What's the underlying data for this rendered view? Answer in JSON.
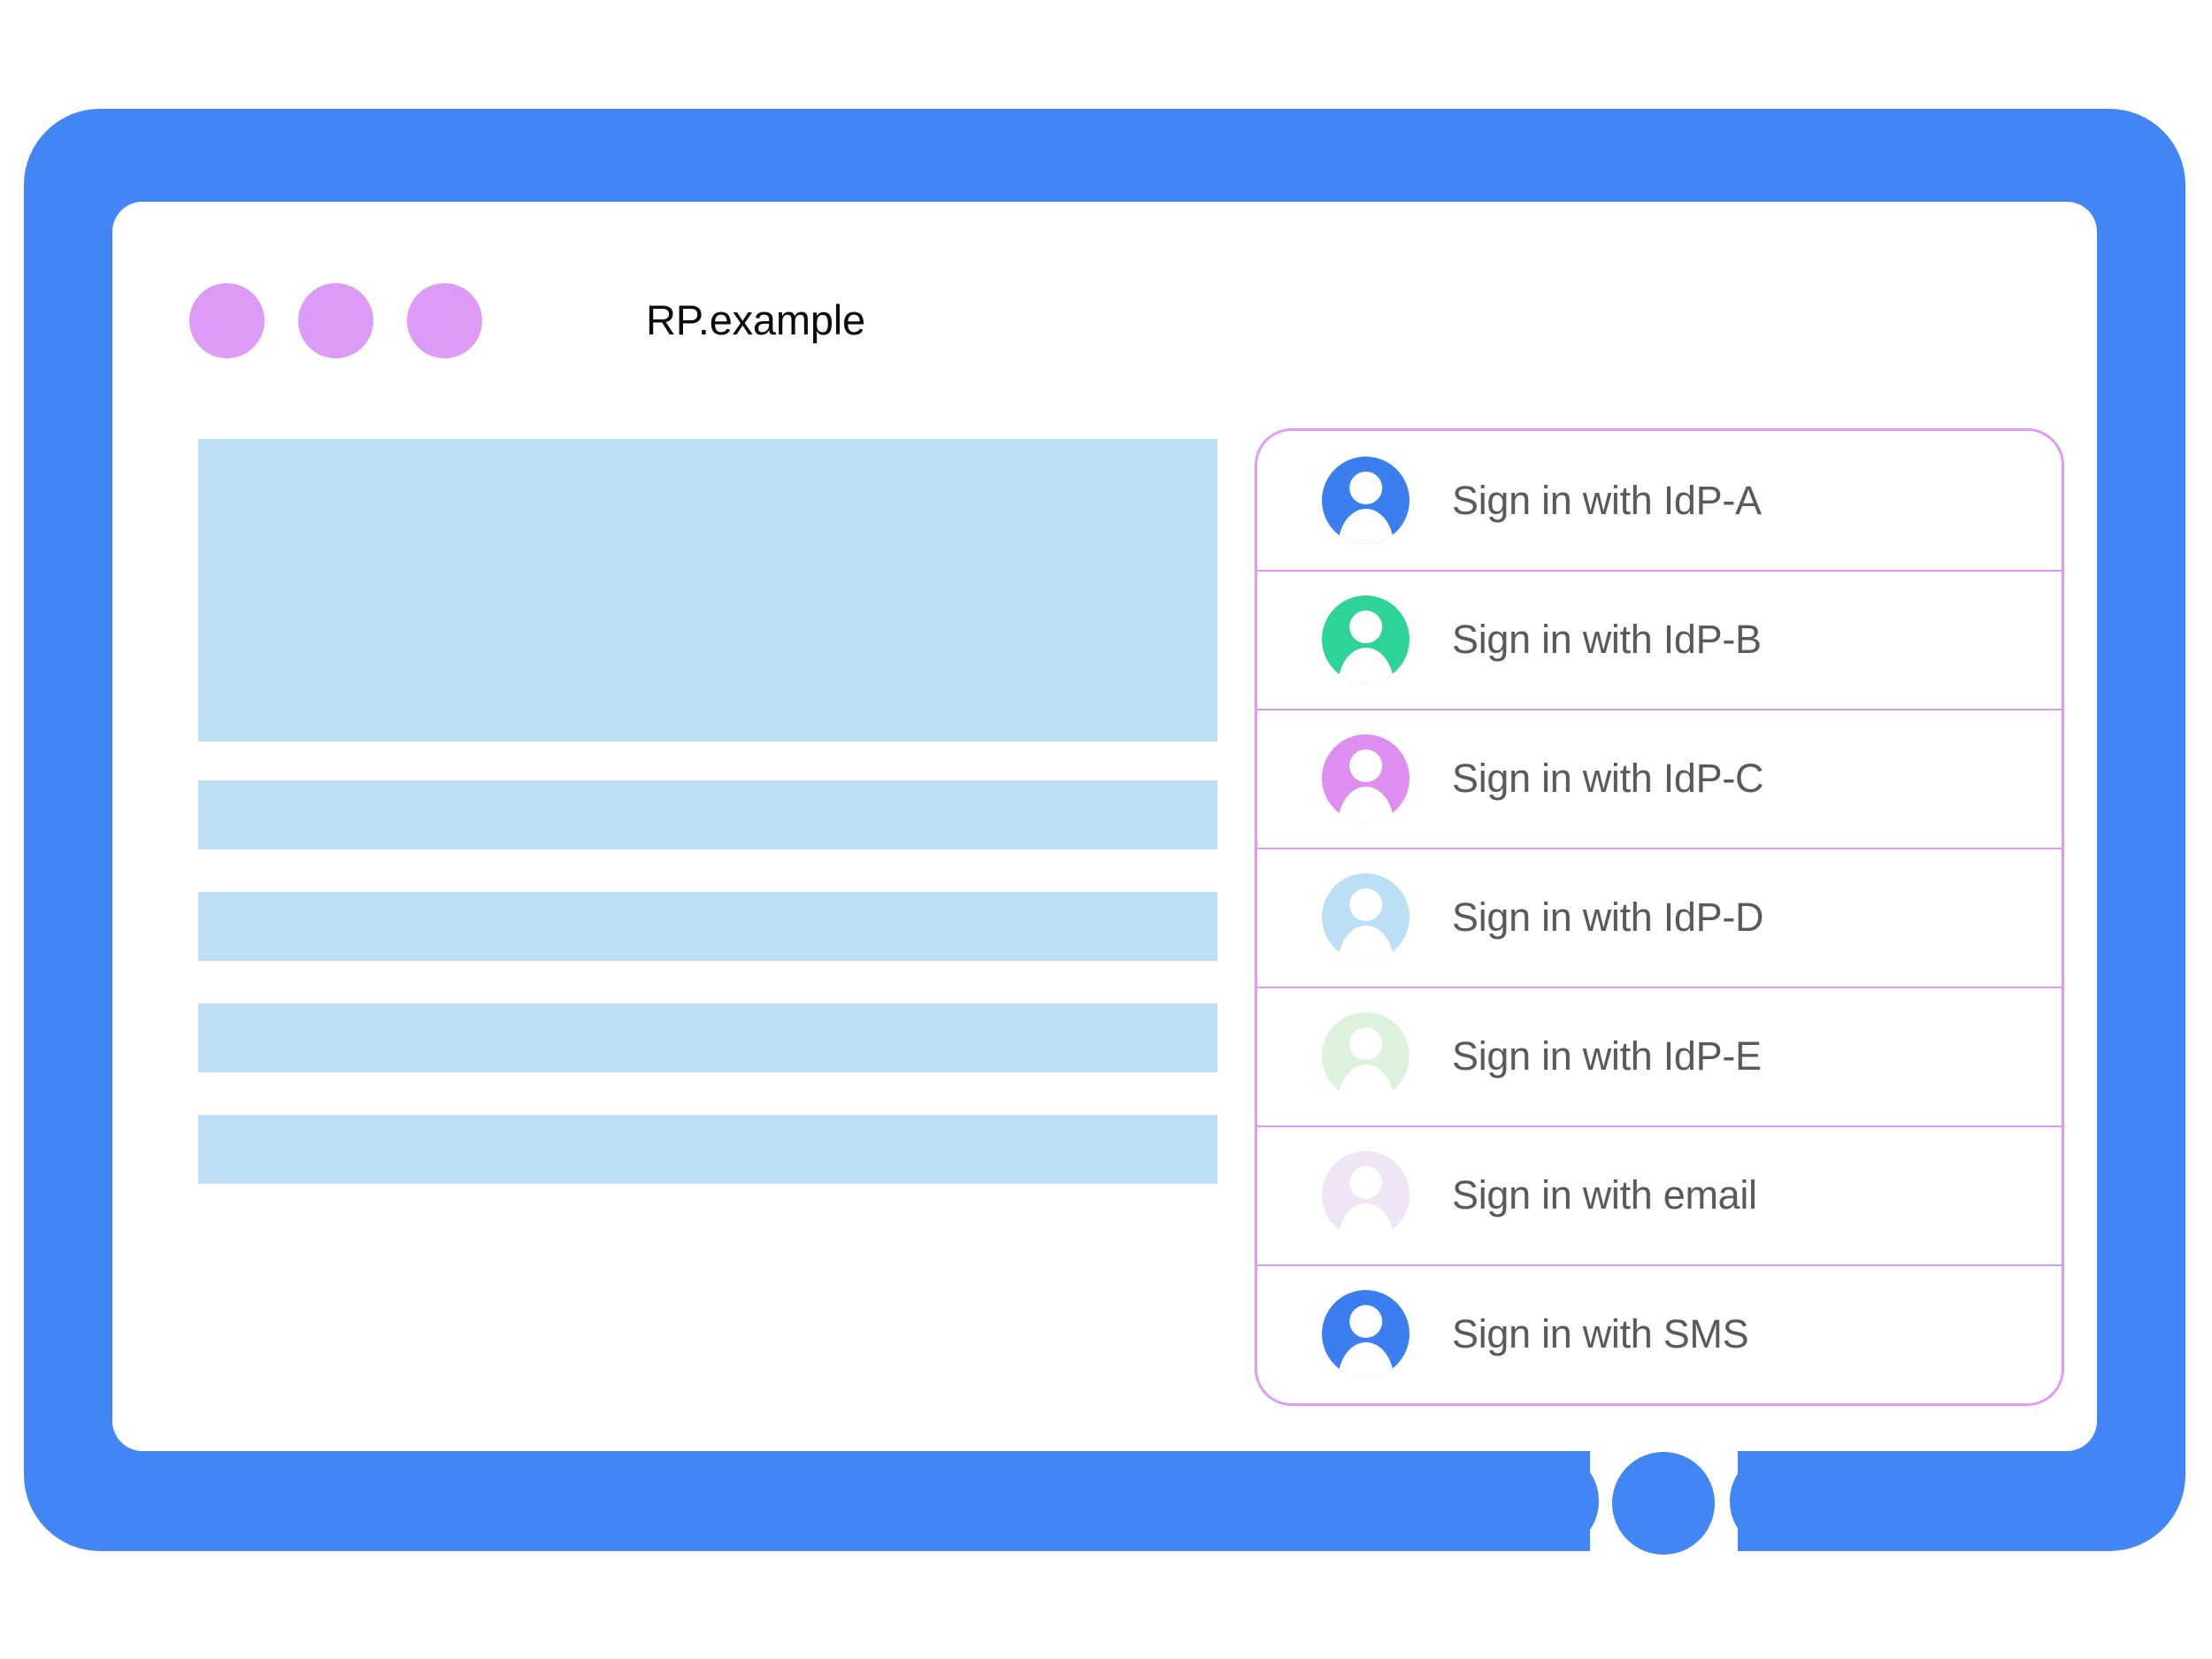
{
  "browser": {
    "title": "RP.example",
    "window_dots": [
      "window-dot-1",
      "window-dot-2",
      "window-dot-3"
    ]
  },
  "colors": {
    "device_frame": "#4285f4",
    "window_dot": "#dd9bf7",
    "skeleton_block": "#bddff5",
    "dialog_border": "#dd9bf7",
    "label_text": "#5a5a5a",
    "title_text": "#0c0c0c"
  },
  "content": {
    "skeleton_blocks": [
      {
        "name": "hero-placeholder"
      },
      {
        "name": "text-line-placeholder-1"
      },
      {
        "name": "text-line-placeholder-2"
      },
      {
        "name": "text-line-placeholder-3"
      },
      {
        "name": "text-line-placeholder-4"
      }
    ]
  },
  "account_chooser": {
    "items": [
      {
        "label": "Sign in with IdP-A",
        "avatar_color": "#3b7ef0",
        "icon": "person-avatar-icon"
      },
      {
        "label": "Sign in with IdP-B",
        "avatar_color": "#2ed398",
        "icon": "person-avatar-icon"
      },
      {
        "label": "Sign in with IdP-C",
        "avatar_color": "#dd8ef0",
        "icon": "person-avatar-icon"
      },
      {
        "label": "Sign in with IdP-D",
        "avatar_color": "#bcdff5",
        "icon": "person-avatar-icon"
      },
      {
        "label": "Sign in with IdP-E",
        "avatar_color": "#ddf2dd",
        "icon": "person-avatar-icon"
      },
      {
        "label": "Sign in with email",
        "avatar_color": "#f0e4f7",
        "icon": "person-avatar-icon"
      },
      {
        "label": "Sign in with SMS",
        "avatar_color": "#3b7ef0",
        "icon": "person-avatar-icon"
      }
    ]
  },
  "device": {
    "home_button": "home-button"
  }
}
